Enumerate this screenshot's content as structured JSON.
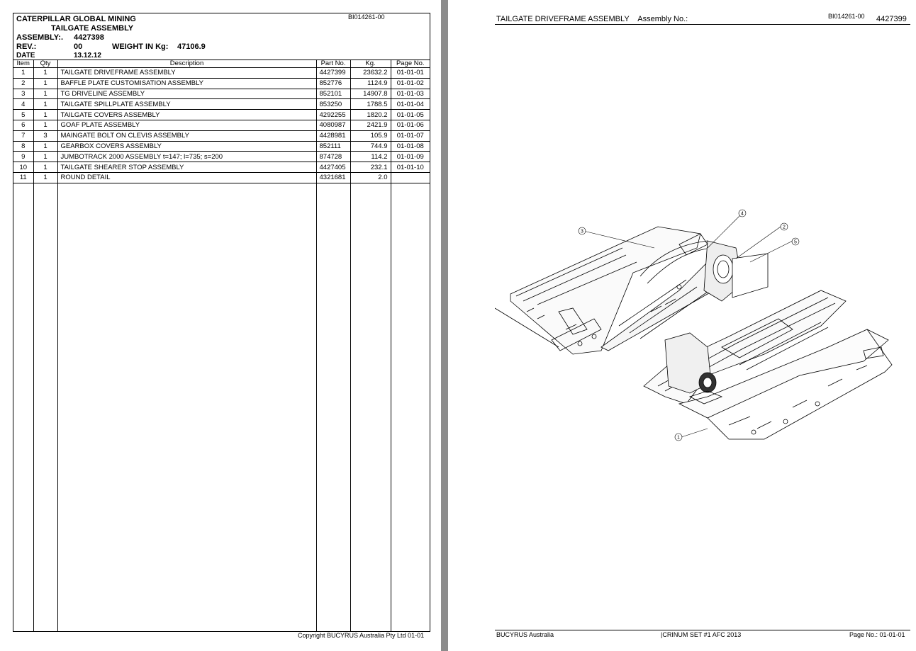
{
  "left_page": {
    "company": "CATERPILLAR GLOBAL MINING",
    "doc_id": "BI014261-00",
    "assembly_title": "TAILGATE ASSEMBLY",
    "assembly_label": "ASSEMBLY:.",
    "assembly_value": "4427398",
    "rev_label": "REV.:",
    "rev_value": "00",
    "weight_label": "WEIGHT IN Kg:",
    "weight_value": "47106.9",
    "date_label": "DATE",
    "date_value": "13.12.12",
    "columns": [
      "Item",
      "Qty",
      "Description",
      "Part No.",
      "Kg.",
      "Page No."
    ],
    "rows": [
      [
        "1",
        "1",
        "TAILGATE DRIVEFRAME ASSEMBLY",
        "4427399",
        "23632.2",
        "01-01-01"
      ],
      [
        "2",
        "1",
        "BAFFLE PLATE CUSTOMISATION ASSEMBLY",
        "852776",
        "1124.9",
        "01-01-02"
      ],
      [
        "3",
        "1",
        "TG DRIVELINE ASSEMBLY",
        "852101",
        "14907.8",
        "01-01-03"
      ],
      [
        "4",
        "1",
        "TAILGATE SPILLPLATE ASSEMBLY",
        "853250",
        "1788.5",
        "01-01-04"
      ],
      [
        "5",
        "1",
        "TAILGATE COVERS ASSEMBLY",
        "4292255",
        "1820.2",
        "01-01-05"
      ],
      [
        "6",
        "1",
        "GOAF PLATE ASSEMBLY",
        "4080987",
        "2421.9",
        "01-01-06"
      ],
      [
        "7",
        "3",
        "MAINGATE BOLT ON CLEVIS ASSEMBLY",
        "4428981",
        "105.9",
        "01-01-07"
      ],
      [
        "8",
        "1",
        "GEARBOX COVERS ASSEMBLY",
        "852111",
        "744.9",
        "01-01-08"
      ],
      [
        "9",
        "1",
        "JUMBOTRACK 2000 ASSEMBLY t=147; l=735; s=200",
        "874728",
        "114.2",
        "01-01-09"
      ],
      [
        "10",
        "1",
        "TAILGATE SHEARER STOP ASSEMBLY",
        "4427405",
        "232.1",
        "01-01-10"
      ],
      [
        "11",
        "1",
        "ROUND DETAIL",
        "4321681",
        "2.0",
        ""
      ]
    ],
    "footer": "Copyright BUCYRUS Australia Pty Ltd   01-01"
  },
  "right_page": {
    "title": "TAILGATE DRIVEFRAME ASSEMBLY",
    "assembly_no_label": "Assembly No.:",
    "doc_id": "BI014261-00",
    "assembly_no": "4427399",
    "footer_left": "BUCYRUS Australia",
    "footer_center": "|CRINUM SET #1 AFC 2013",
    "footer_right": "Page No.:  01-01-01",
    "balloons": [
      "1",
      "2",
      "3",
      "4",
      "5"
    ]
  }
}
